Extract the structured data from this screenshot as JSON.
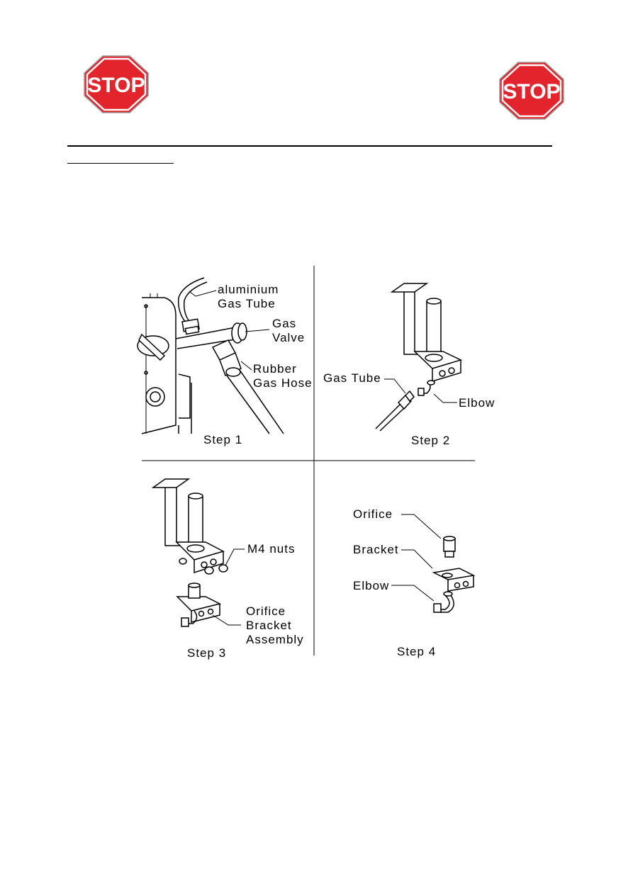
{
  "stop_sign_text": "STOP",
  "colors": {
    "stop_red": "#e2242c",
    "stop_border": "#ffffff"
  },
  "steps": {
    "step1": {
      "label": "Step 1",
      "callouts": {
        "aluminium_gas_tube": [
          "aluminium",
          "Gas Tube"
        ],
        "gas_valve": [
          "Gas",
          "Valve"
        ],
        "rubber_gas_hose": [
          "Rubber",
          "Gas Hose"
        ]
      }
    },
    "step2": {
      "label": "Step 2",
      "callouts": {
        "gas_tube": "Gas Tube",
        "elbow": "Elbow"
      }
    },
    "step3": {
      "label": "Step 3",
      "callouts": {
        "m4_nuts": "M4 nuts",
        "orifice_bracket_assembly": [
          "Orifice",
          "Bracket",
          "Assembly"
        ]
      }
    },
    "step4": {
      "label": "Step 4",
      "callouts": {
        "orifice": "Orifice",
        "bracket": "Bracket",
        "elbow": "Elbow"
      }
    }
  }
}
